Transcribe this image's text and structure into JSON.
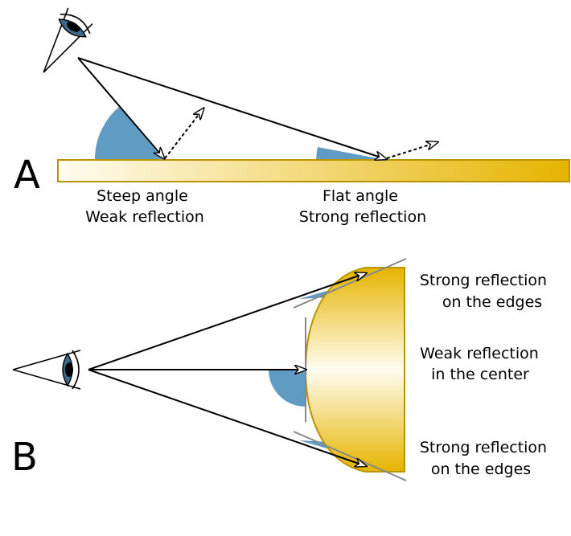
{
  "panel_a": {
    "letter": "A",
    "steep_caption": [
      "Steep angle",
      "Weak reflection"
    ],
    "flat_caption": [
      "Flat angle",
      "Strong reflection"
    ]
  },
  "panel_b": {
    "letter": "B",
    "top_caption": [
      "Strong reflection",
      "on the edges"
    ],
    "center_caption": [
      "Weak reflection",
      "in the center"
    ],
    "bottom_caption": [
      "Strong reflection",
      "on the edges"
    ]
  },
  "colors": {
    "angle_fill": "#5f9bc3",
    "gold_light": "#fffdf2",
    "gold_dark": "#e6b400",
    "gold_border": "#b89500",
    "iris": "#3d6a8a",
    "guide_line": "#888888"
  },
  "icons": [
    "eye-icon",
    "arrow-icon"
  ]
}
